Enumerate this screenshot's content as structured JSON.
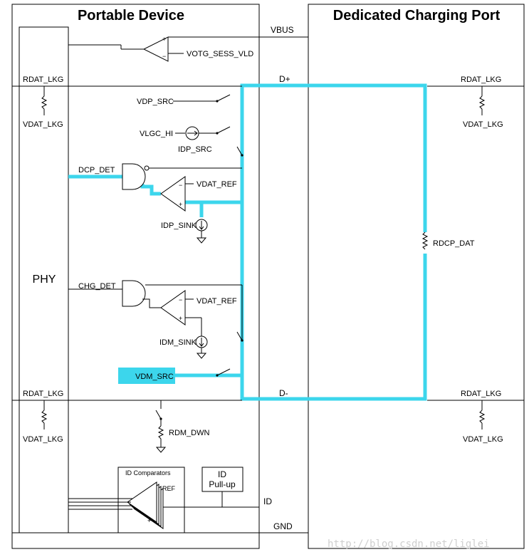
{
  "titles": {
    "portable_device": "Portable Device",
    "dedicated_charging_port": "Dedicated Charging Port"
  },
  "blocks": {
    "phy": "PHY",
    "id_comparators": "ID Comparators",
    "id_pullup_line1": "ID",
    "id_pullup_line2": "Pull-up"
  },
  "signals": {
    "vbus": "VBUS",
    "d_plus": "D+",
    "d_minus": "D-",
    "id": "ID",
    "gnd": "GND"
  },
  "labels": {
    "votg_sess_vld": "VOTG_SESS_VLD",
    "rdat_lkg": "RDAT_LKG",
    "vdat_lkg": "VDAT_LKG",
    "vdp_src": "VDP_SRC",
    "vlgc_hi": "VLGC_HI",
    "idp_src": "IDP_SRC",
    "dcp_det": "DCP_DET",
    "vdat_ref": "VDAT_REF",
    "idp_sink": "IDP_SINK",
    "chg_det": "CHG_DET",
    "idm_sink": "IDM_SINK",
    "vdm_src": "VDM_SRC",
    "rdm_dwn": "RDM_DWN",
    "rdcp_dat": "RDCP_DAT",
    "ref": "REF",
    "plus": "+",
    "minus": "−"
  },
  "watermark": "http://blog.csdn.net/liglei",
  "colors": {
    "highlight": "#3cd6ec",
    "line": "#000000",
    "background": "#ffffff"
  }
}
